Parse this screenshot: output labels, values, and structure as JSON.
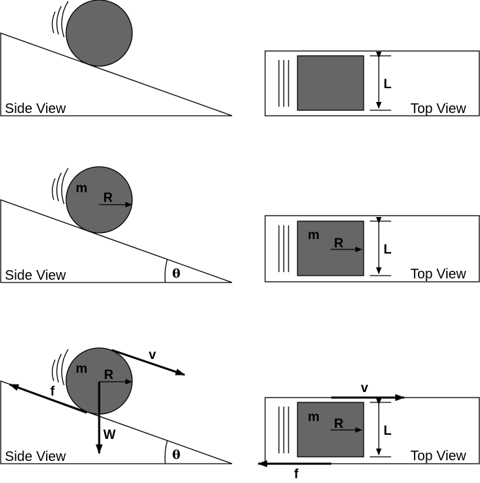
{
  "labels": {
    "side_view": "Side View",
    "top_view": "Top View",
    "mass": "m",
    "radius": "R",
    "length": "L",
    "angle": "θ",
    "velocity": "v",
    "friction": "f",
    "weight": "W"
  },
  "colors": {
    "body_fill": "#666666",
    "line": "#000000",
    "background": "#ffffff"
  }
}
